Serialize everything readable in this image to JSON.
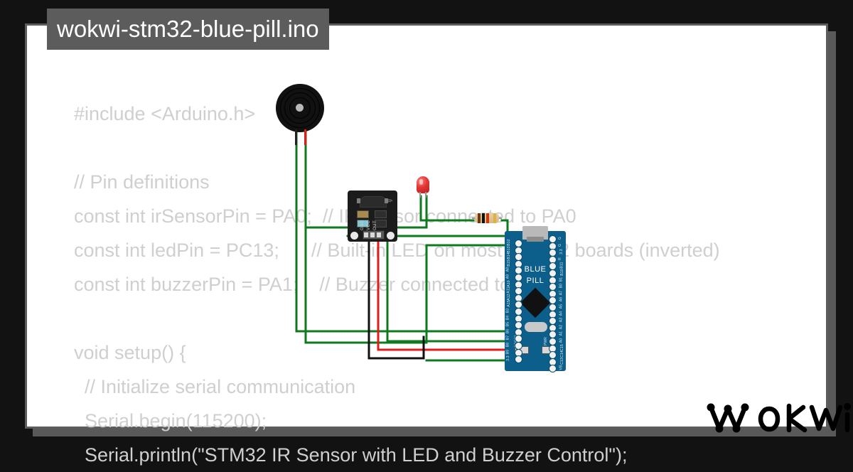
{
  "window": {
    "background_color": "#121212",
    "card_background": "#ffffff",
    "card_border_color": "#5c5c5c",
    "shadow_color": "#595959"
  },
  "title": {
    "text": "wokwi-stm32-blue-pill.ino",
    "chip_background": "#5c5c5c",
    "text_color": "#ffffff"
  },
  "code": {
    "text_color": "#cfcfcf",
    "lines": [
      "#include <Arduino.h>",
      "",
      "// Pin definitions",
      "const int irSensorPin = PA0;  // IR sensor connected to PA0",
      "const int ledPin = PC13;      // Built-in LED on most STM32 boards (inverted)",
      "const int buzzerPin = PA1;    // Buzzer connected to PA1",
      "",
      "void setup() {",
      "  // Initialize serial communication",
      "  Serial.begin(115200);",
      "  Serial.println(\"STM32 IR Sensor with LED and Buzzer Control\");"
    ]
  },
  "logo": {
    "text": "WOKWI",
    "color": "#000000"
  },
  "circuit": {
    "wire_colors": {
      "green": "#0d7a1e",
      "red": "#e01b1b",
      "black": "#111111"
    },
    "components": [
      {
        "name": "buzzer",
        "label": "Buzzer",
        "lead_colors": [
          "#222222",
          "#e01b1b"
        ]
      },
      {
        "name": "ir-sensor-module",
        "label": "IR Sensor",
        "pins": [
          "GND",
          "VCC",
          "OUT"
        ],
        "board_color": "#1b1b1b"
      },
      {
        "name": "led",
        "label": "LED",
        "color": "#e03434"
      },
      {
        "name": "resistor",
        "label": "Resistor",
        "bands": [
          "#6b3a18",
          "#111111",
          "#c93a10",
          "#d9b24a"
        ]
      },
      {
        "name": "stm32-blue-pill-board",
        "label_line1": "BLUE",
        "label_line2": "PILL",
        "board_color": "#0b5f8a",
        "pins_left": [
          "B12",
          "B13",
          "B14",
          "B15",
          "A8",
          "A9",
          "A10",
          "A11",
          "A12",
          "A15",
          "B3",
          "B4",
          "B5",
          "B6",
          "B7",
          "B8",
          "B9",
          "3.3"
        ],
        "pins_right": [
          "G",
          "G",
          "3.3",
          "R",
          "B11",
          "B10",
          "B1",
          "B0",
          "A7",
          "A6",
          "A5",
          "A4",
          "A3",
          "A2",
          "A1",
          "A0",
          "C15",
          "C14",
          "C13",
          "VB"
        ],
        "jumper_labels": [
          "BOOT0",
          "PWR"
        ]
      }
    ]
  }
}
